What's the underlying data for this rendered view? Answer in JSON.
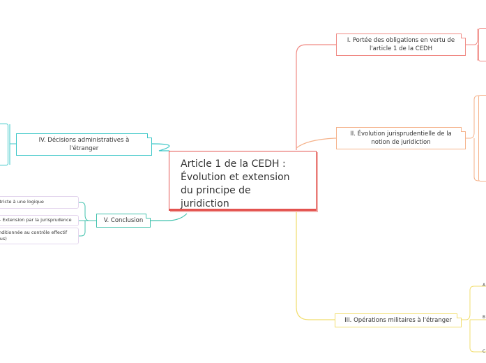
{
  "central": {
    "lines": [
      "Article 1 de la CEDH :",
      "Évolution et extension",
      "du principe de",
      "juridiction"
    ]
  },
  "branches": {
    "b1": {
      "lines": [
        "I. Portée des obligations en vertu de",
        "l'article 1 de la CEDH"
      ],
      "color": "#f08a84"
    },
    "b2": {
      "lines": [
        "II. Évolution jurisprudentielle de la",
        "notion de juridiction"
      ],
      "color": "#f5b28a"
    },
    "b3": {
      "lines": [
        "III. Opérations militaires à l'étranger"
      ],
      "color": "#f1dd6c"
    },
    "b4": {
      "lines": [
        "IV. Décisions administratives à",
        "l'étranger"
      ],
      "color": "#3cc7c8"
    },
    "b5": {
      "lines": [
        "V. Conclusion"
      ],
      "color": "#41c2ad"
    }
  },
  "conclusion_items": [
    {
      "lines": [
        "stricte à une logique"
      ]
    },
    {
      "lines": [
        "- Extension par la jurisprudence"
      ]
    },
    {
      "lines": [
        "nditionnée au contrôle effectif",
        "lus)"
      ]
    }
  ],
  "military_items": [
    "A",
    "B",
    "C"
  ]
}
